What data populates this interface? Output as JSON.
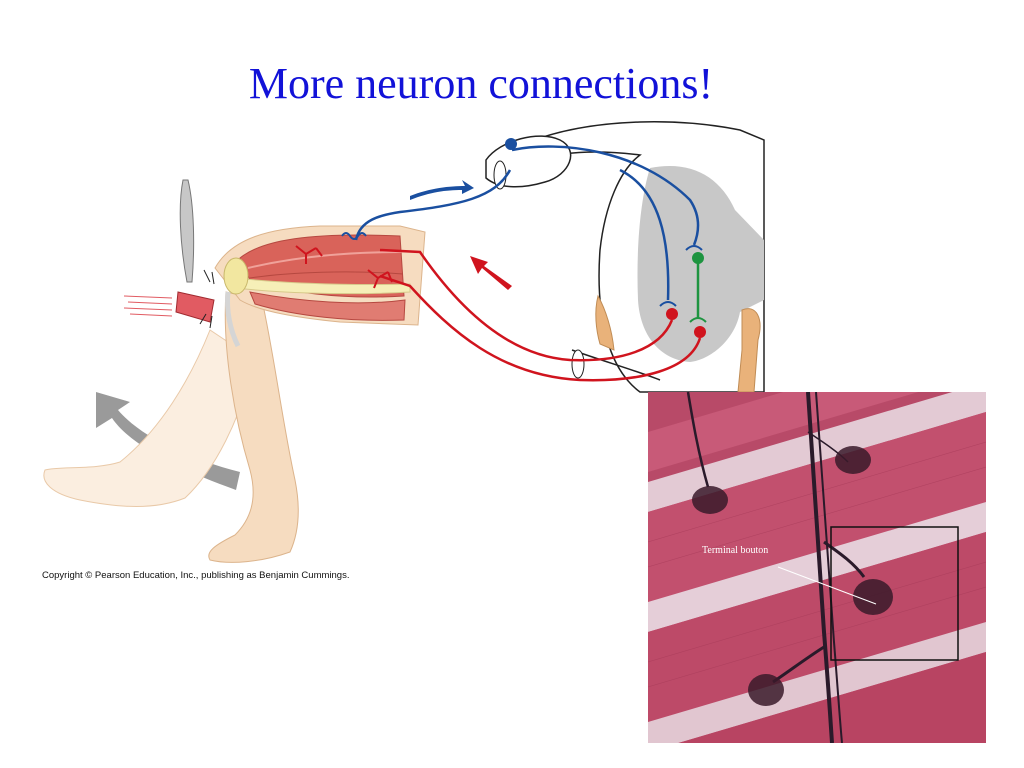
{
  "slide": {
    "title": "More neuron connections!",
    "copyright": "Copyright © Pearson Education, Inc., publishing as Benjamin Cummings."
  },
  "micrograph": {
    "label": "Terminal bouton"
  },
  "colors": {
    "title": "#1212d8",
    "sensory_neuron": "#1a4fa0",
    "motor_neuron": "#d0141e",
    "interneuron": "#1e9440",
    "spinal_gray_matter": "#c8c8c8",
    "muscle": "#d9635a",
    "skin": "#f6dcc0",
    "arrow_gray": "#9a9a9a"
  }
}
